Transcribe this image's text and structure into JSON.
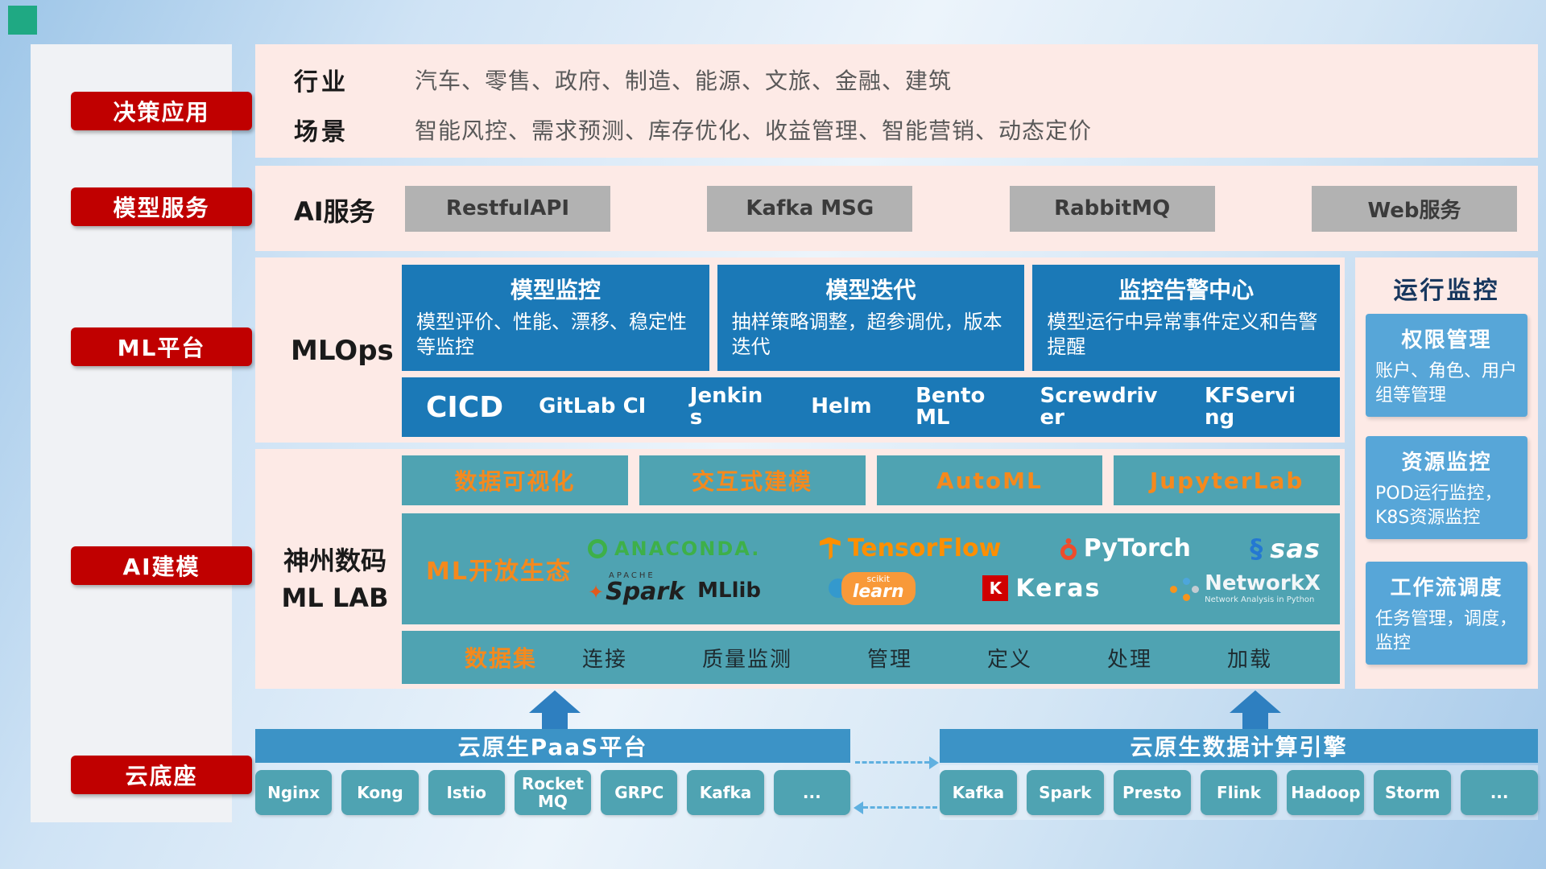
{
  "sidebar": {
    "items": [
      {
        "label": "决策应用"
      },
      {
        "label": "模型服务"
      },
      {
        "label": "ML平台"
      },
      {
        "label": "AI建模"
      },
      {
        "label": "云底座"
      }
    ]
  },
  "industry": {
    "rows": [
      {
        "label": "行业",
        "value": "汽车、零售、政府、制造、能源、文旅、金融、建筑"
      },
      {
        "label": "场景",
        "value": "智能风控、需求预测、库存优化、收益管理、智能营销、动态定价"
      }
    ]
  },
  "ai_service": {
    "label": "AI服务",
    "items": [
      "RestfulAPI",
      "Kafka MSG",
      "RabbitMQ",
      "Web服务"
    ]
  },
  "mlops": {
    "label": "MLOps",
    "cards": [
      {
        "title": "模型监控",
        "desc": "模型评价、性能、漂移、稳定性等监控"
      },
      {
        "title": "模型迭代",
        "desc": "抽样策略调整，超参调优，版本迭代"
      },
      {
        "title": "监控告警中心",
        "desc": "模型运行中异常事件定义和告警提醒"
      }
    ],
    "cicd_label": "CICD",
    "cicd_tools": [
      "GitLab CI",
      "Jenkins",
      "Helm",
      "BentoML",
      "Screwdriver",
      "KFServing"
    ]
  },
  "mllab": {
    "label_line1": "神州数码",
    "label_line2": "ML LAB",
    "top_buttons": [
      "数据可视化",
      "交互式建模",
      "AutoML",
      "JupyterLab"
    ],
    "eco_label": "ML开放生态",
    "logos": {
      "anaconda": "ANACONDA.",
      "tensorflow": "TensorFlow",
      "pytorch": "PyTorch",
      "sas": "sas",
      "spark_top": "APACHE",
      "spark": "Spark",
      "mllib": "MLlib",
      "sklearn_top": "scikit",
      "sklearn": "learn",
      "keras_k": "K",
      "keras": "Keras",
      "networkx": "NetworkX",
      "networkx_sub": "Network Analysis in Python"
    },
    "dataset_label": "数据集",
    "dataset_items": [
      "连接",
      "质量监测",
      "管理",
      "定义",
      "处理",
      "加载"
    ]
  },
  "monitor": {
    "title": "运行监控",
    "cards": [
      {
        "title": "权限管理",
        "desc": "账户、角色、用户组等管理"
      },
      {
        "title": "资源监控",
        "desc": "POD运行监控，K8S资源监控"
      },
      {
        "title": "工作流调度",
        "desc": "任务管理，调度，监控"
      }
    ]
  },
  "cloud": {
    "paas_title": "云原生PaaS平台",
    "paas_chips": [
      "Nginx",
      "Kong",
      "Istio",
      "RocketMQ",
      "GRPC",
      "Kafka",
      "..."
    ],
    "engine_title": "云原生数据计算引擎",
    "engine_chips": [
      "Kafka",
      "Spark",
      "Presto",
      "Flink",
      "Hadoop",
      "Storm",
      "..."
    ]
  },
  "colors": {
    "accent_red": "#c00000",
    "panel_pink": "#fdeae6",
    "blue_card": "#1b79b7",
    "teal": "#4fa3b2",
    "orange": "#f5891d",
    "light_blue_card": "#57a6d8",
    "bar_blue": "#3c93c6"
  }
}
